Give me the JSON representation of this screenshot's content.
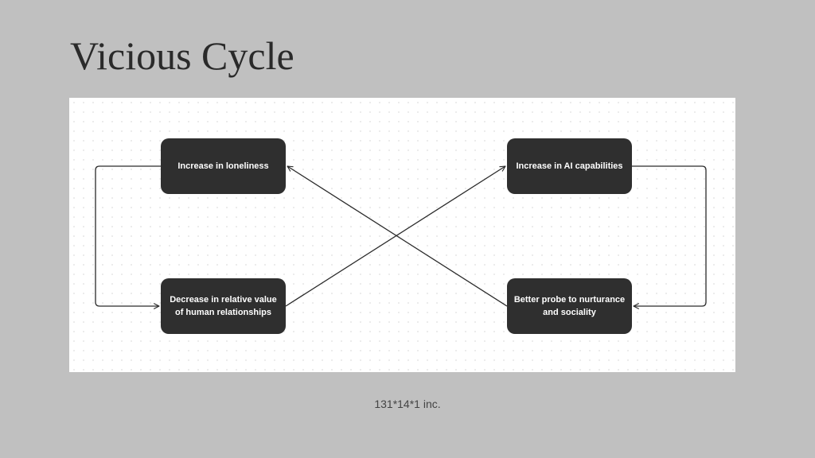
{
  "slide": {
    "title": "Vicious Cycle",
    "footer": "131*14*1 inc."
  },
  "diagram": {
    "nodes": {
      "increase_loneliness": "Increase in loneliness",
      "increase_ai_capabilities": "Increase in AI capabilities",
      "decrease_relative_value": "Decrease in relative value of human relationships",
      "better_probe": "Better probe to nurturance and sociality"
    },
    "edges": [
      {
        "from": "increase_loneliness",
        "to": "decrease_relative_value"
      },
      {
        "from": "decrease_relative_value",
        "to": "increase_ai_capabilities"
      },
      {
        "from": "increase_ai_capabilities",
        "to": "better_probe"
      },
      {
        "from": "better_probe",
        "to": "increase_loneliness"
      }
    ],
    "colors": {
      "background": "#c0c0c0",
      "canvas": "#ffffff",
      "node_fill": "#2f2f2f",
      "node_text": "#ffffff",
      "connector": "#2a2a2a"
    }
  }
}
